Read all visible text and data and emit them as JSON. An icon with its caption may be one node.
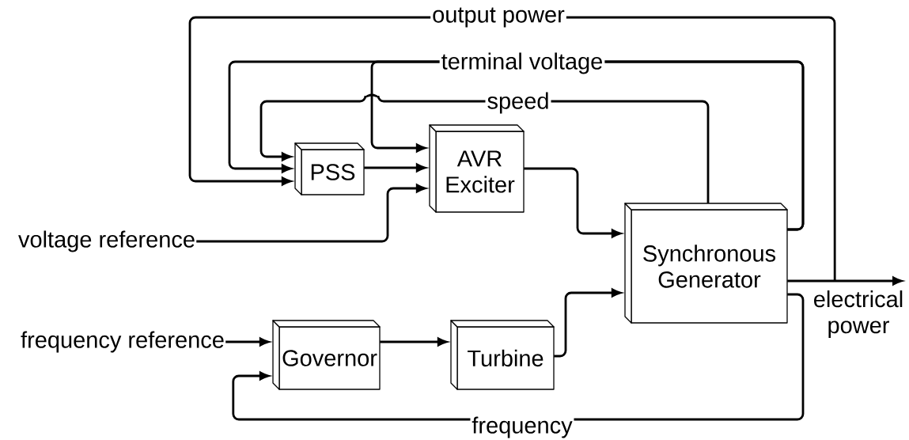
{
  "diagram": {
    "nodes": [
      {
        "text": [
          "PSS"
        ]
      },
      {
        "text": [
          "AVR Exciter"
        ]
      },
      {
        "text": [
          "Synchronous Generator"
        ]
      },
      {
        "text": [
          "Governor"
        ]
      },
      {
        "text": [
          "Turbine"
        ]
      },
      {
        "text": [
          "voltage reference"
        ]
      },
      {
        "text": [
          "frequency reference"
        ]
      }
    ],
    "edges": [
      {
        "from": 2,
        "to": 0,
        "arrow": "to",
        "label": "output power"
      },
      {
        "from": 2,
        "to": 0,
        "arrow": "to",
        "label": "terminal voltage"
      },
      {
        "from": 2,
        "to": 1,
        "arrow": "to"
      },
      {
        "from": 2,
        "to": 0,
        "arrow": "to",
        "label": "speed"
      },
      {
        "from": 0,
        "to": 1,
        "arrow": "to"
      },
      {
        "from": 5,
        "to": 1,
        "arrow": "to"
      },
      {
        "from": 1,
        "to": 2,
        "arrow": "to"
      },
      {
        "from": 2,
        "to": null,
        "arrow": "to",
        "label": "electrical power"
      },
      {
        "from": 2,
        "to": 3,
        "arrow": "to",
        "label": "frequency"
      },
      {
        "from": 6,
        "to": 3,
        "arrow": "to"
      },
      {
        "from": 3,
        "to": 4,
        "arrow": "to"
      },
      {
        "from": 4,
        "to": 2,
        "arrow": "to"
      }
    ]
  }
}
